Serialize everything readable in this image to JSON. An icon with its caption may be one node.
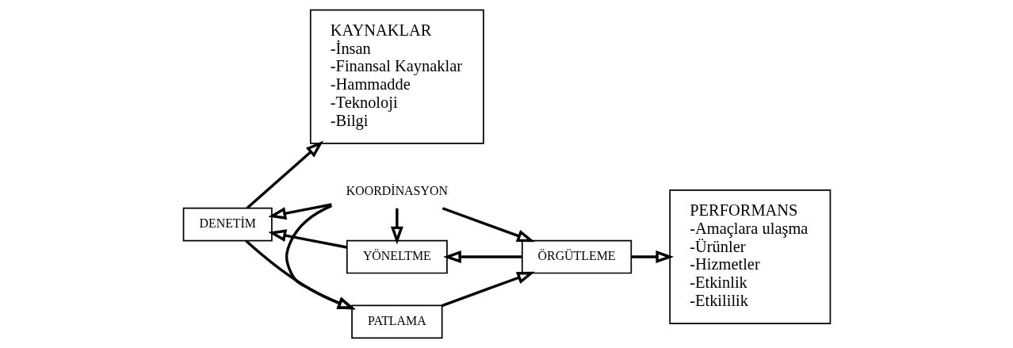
{
  "diagram": {
    "nodes": [
      {
        "text": [
          "KAYNAKLAR",
          "-İnsan",
          "-Finansal Kaynaklar",
          "-Hammadde",
          "-Teknoloji",
          "-Bilgi"
        ]
      },
      {
        "text": [
          "PATLAMA"
        ]
      },
      {
        "text": [
          "DENETİM"
        ]
      },
      {
        "text": [
          "KOORDİNASYON"
        ]
      },
      {
        "text": [
          "ÖRGÜTLEME"
        ]
      },
      {
        "text": [
          "YÖNELTME"
        ]
      },
      {
        "text": [
          "PERFORMANS",
          "-Amaçlara ulaşma",
          "-Ürünler",
          "-Hizmetler",
          "-Etkinlik",
          "-Etkililik"
        ]
      }
    ],
    "edges": [
      {
        "from": 2,
        "to": 1,
        "arrow": "to"
      },
      {
        "from": 1,
        "to": 4,
        "arrow": "to"
      },
      {
        "from": 4,
        "to": 5,
        "arrow": "to"
      },
      {
        "from": 5,
        "to": 2,
        "arrow": "to"
      },
      {
        "from": 3,
        "to": 1,
        "arrow": "to"
      },
      {
        "from": 3,
        "to": 2,
        "arrow": "to"
      },
      {
        "from": 3,
        "to": 4,
        "arrow": "to"
      },
      {
        "from": 3,
        "to": 5,
        "arrow": "to"
      },
      {
        "from": 2,
        "to": 0,
        "arrow": "to"
      },
      {
        "from": 4,
        "to": 6,
        "arrow": "to"
      }
    ]
  }
}
